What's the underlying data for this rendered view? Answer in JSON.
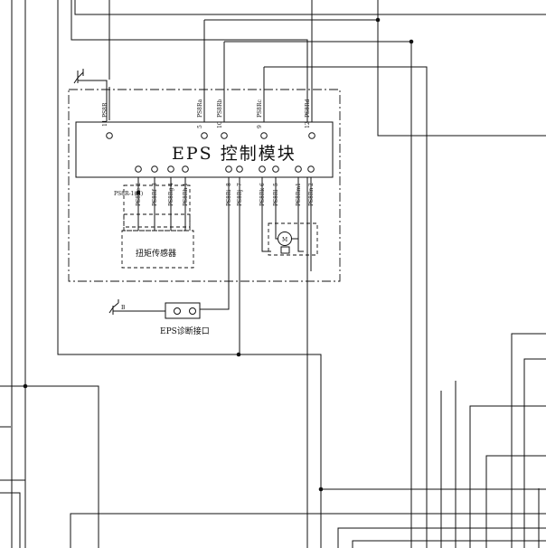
{
  "module": {
    "title": "EPS 控制模块",
    "top_pins": [
      {
        "code": "PS8R",
        "num": "11"
      },
      {
        "code": "PS8Ra",
        "num": "5"
      },
      {
        "code": "PS8Rb",
        "num": "10"
      },
      {
        "code": "PS8Rc",
        "num": "9"
      },
      {
        "code": "PS8Rd",
        "num": "12"
      }
    ],
    "bottom_pins": [
      {
        "code": "PS8Re",
        "num": "2"
      },
      {
        "code": "PS8Rf",
        "num": "3"
      },
      {
        "code": "PS8Rg",
        "num": "4"
      },
      {
        "code": "PS8Rh",
        "num": "1"
      },
      {
        "code": "PS8Ri",
        "num": "8"
      },
      {
        "code": "PS8Rj",
        "num": "7"
      },
      {
        "code": "PS8Rk",
        "num": "6"
      },
      {
        "code": "PS8Rl",
        "num": "5"
      },
      {
        "code": "PS8Rm",
        "num": "1"
      },
      {
        "code": "PS8Rn",
        "num": "2"
      }
    ]
  },
  "torque_sensor": {
    "label": "扭矩传感器",
    "connector_label": "PS8R-1(H)"
  },
  "diag": {
    "label": "EPS诊断接口",
    "wire_label": "B"
  }
}
